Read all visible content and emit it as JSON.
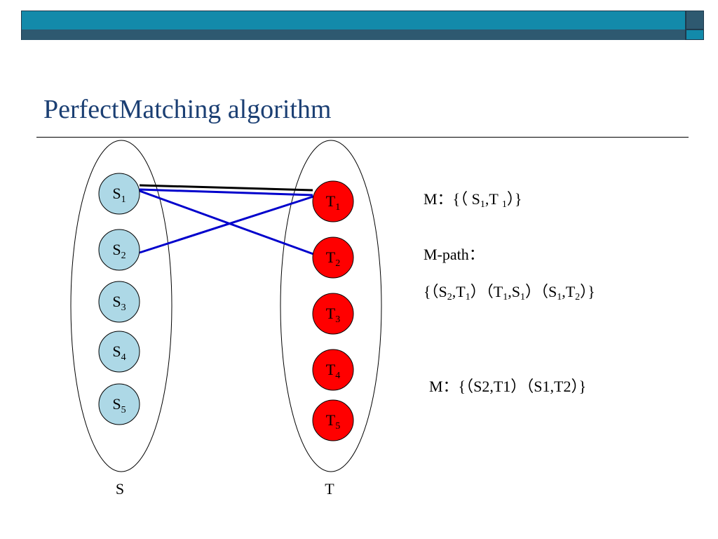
{
  "slide": {
    "title": "PerfectMatching algorithm"
  },
  "colors": {
    "header_bar": "#138aaa",
    "header_stripe": "#2e5970",
    "title_text": "#1b3f73",
    "s_node_fill": "#add8e6",
    "t_node_fill": "#ff0000",
    "matching_edge": "#0000cc",
    "prior_edge": "#000000"
  },
  "diagram": {
    "left_set_label": "S",
    "right_set_label": "T",
    "left_nodes": [
      {
        "base": "S",
        "sub": "1"
      },
      {
        "base": "S",
        "sub": "2"
      },
      {
        "base": "S",
        "sub": "3"
      },
      {
        "base": "S",
        "sub": "4"
      },
      {
        "base": "S",
        "sub": "5"
      }
    ],
    "right_nodes": [
      {
        "base": "T",
        "sub": "1"
      },
      {
        "base": "T",
        "sub": "2"
      },
      {
        "base": "T",
        "sub": "3"
      },
      {
        "base": "T",
        "sub": "4"
      },
      {
        "base": "T",
        "sub": "5"
      }
    ],
    "edges": [
      {
        "from": "S1",
        "to": "T1",
        "style": "black"
      },
      {
        "from": "S1",
        "to": "T1",
        "style": "blue"
      },
      {
        "from": "S1",
        "to": "T2",
        "style": "blue"
      },
      {
        "from": "S2",
        "to": "T1",
        "style": "blue"
      }
    ]
  },
  "notes": {
    "m_initial": {
      "prefix": "M：{（ S",
      "s_sub": "1",
      "mid": ",T ",
      "t_sub": "1",
      "suffix": "）}"
    },
    "m_path_label": "M-path：",
    "m_path": {
      "open": "{（S",
      "s2": "2",
      "p1": ",T",
      "t1a": "1",
      "p2": "）（T",
      "t1b": "1",
      "p3": ",S",
      "s1a": "1",
      "p4": "）（S",
      "s1b": "1",
      "p5": ",T",
      "t2": "2",
      "close": "）}"
    },
    "m_final": "M：{（S2,T1）（S1,T2）}"
  }
}
